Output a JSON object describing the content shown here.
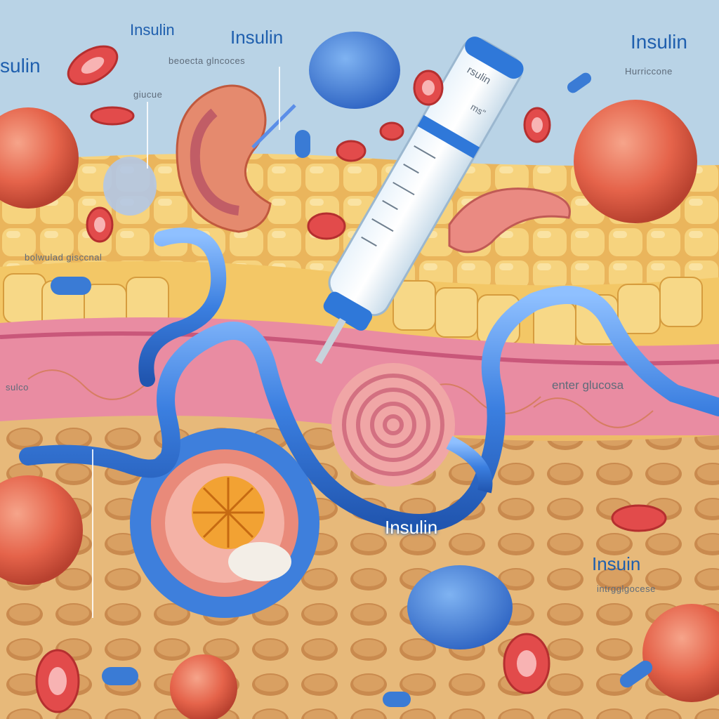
{
  "labels": {
    "top_left_insulin": "Insulin",
    "top_center_insulin": "Insulin",
    "top_right_insulin": "Insulin",
    "top_left_partial": "sulin",
    "top_center_sub": "beoecta glncoces",
    "top_right_sub": "Hurriccone",
    "glucose_small": "giucue",
    "left_mid": "bolwulad gisccnal",
    "left_edge": "sulco",
    "right_mid": "enter glucosa",
    "tube_label": "Insulin",
    "bottom_right_insulin": "Insuin",
    "bottom_right_sub": "intrgglgocese",
    "syringe_text": "rsulin",
    "syringe_sub": "ms\""
  },
  "colors": {
    "insulin_blue": "#3a7bd5",
    "fat_yellow": "#f2c259",
    "red_cell": "#e04a4a",
    "tissue_pink": "#e98ca2"
  }
}
